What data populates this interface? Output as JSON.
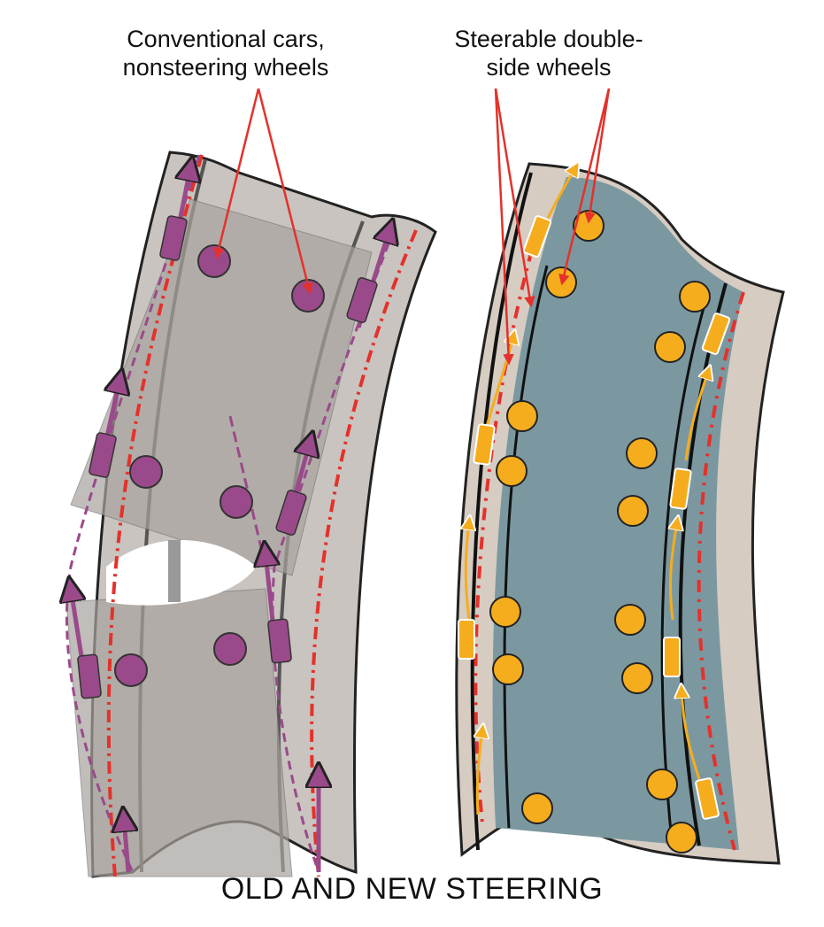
{
  "labels": {
    "conventional": [
      "Conventional cars,",
      "nonsteering wheels"
    ],
    "steerable": [
      "Steerable double-",
      "side wheels"
    ]
  },
  "title": "OLD AND NEW STEERING",
  "colors": {
    "old_track": "#b9b3ad",
    "new_track": "#7b98a0",
    "rail_edge": "#d9cfc4",
    "purple": "#9a4a8a",
    "orange": "#f5ad1d",
    "red_line": "#e4312b"
  }
}
